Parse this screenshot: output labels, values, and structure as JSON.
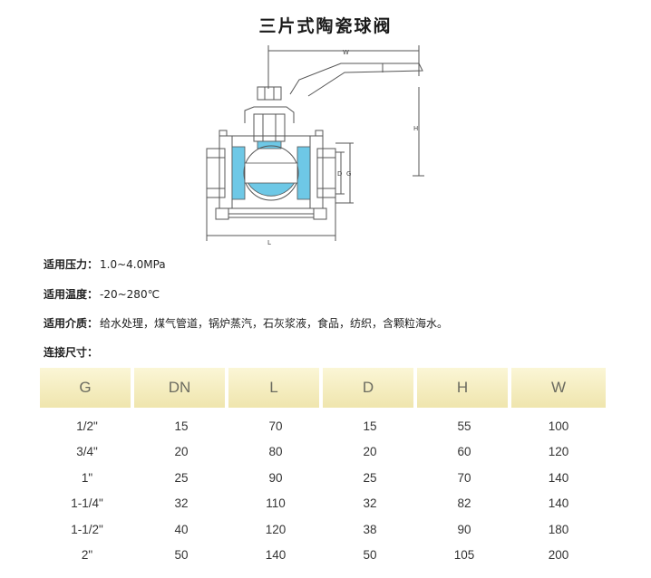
{
  "title": "三片式陶瓷球阀",
  "drawing_labels": {
    "w": "W",
    "h": "H",
    "d": "D",
    "g": "G",
    "l": "L"
  },
  "specs": {
    "pressure": {
      "label": "适用压力：",
      "value": "1.0~4.0MPa"
    },
    "temperature": {
      "label": "适用温度：",
      "value": "-20~280℃"
    },
    "media": {
      "label": "适用介质：",
      "value": "给水处理，煤气管道，锅炉蒸汽，石灰浆液，食品，纺织，含颗粒海水。"
    },
    "connection": {
      "label": "连接尺寸："
    }
  },
  "table": {
    "headers": [
      "G",
      "DN",
      "L",
      "D",
      "H",
      "W"
    ],
    "rows": [
      [
        "1/2\"",
        "15",
        "70",
        "15",
        "55",
        "100"
      ],
      [
        "3/4\"",
        "20",
        "80",
        "20",
        "60",
        "120"
      ],
      [
        "1\"",
        "25",
        "90",
        "25",
        "70",
        "140"
      ],
      [
        "1-1/4\"",
        "32",
        "110",
        "32",
        "82",
        "140"
      ],
      [
        "1-1/2\"",
        "40",
        "120",
        "38",
        "90",
        "180"
      ],
      [
        "2\"",
        "50",
        "140",
        "50",
        "105",
        "200"
      ]
    ]
  },
  "colors": {
    "header_light": "#fbf6d6",
    "header_dark": "#efe5ad",
    "seat_blue": "#6ec8e6",
    "line": "#555555"
  }
}
